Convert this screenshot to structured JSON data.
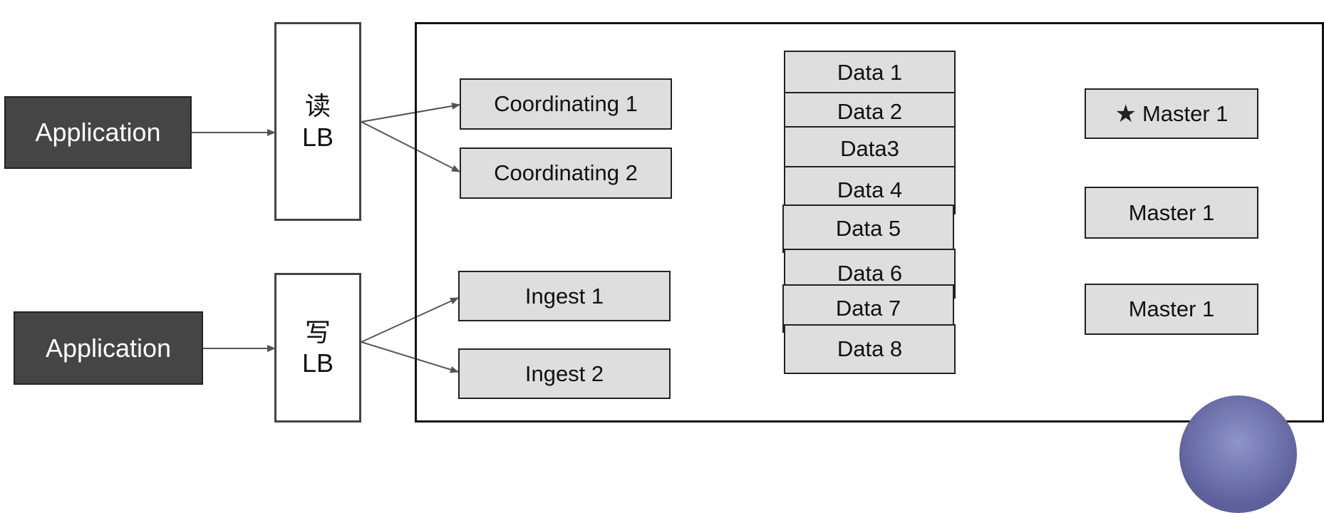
{
  "applications": [
    "Application",
    "Application"
  ],
  "load_balancers": [
    {
      "name": "读",
      "label": "LB"
    },
    {
      "name": "写",
      "label": "LB"
    }
  ],
  "coordinating_nodes": [
    "Coordinating 1",
    "Coordinating 2"
  ],
  "ingest_nodes": [
    "Ingest 1",
    "Ingest 2"
  ],
  "data_nodes": [
    "Data 1",
    "Data 2",
    "Data3",
    "Data 4",
    "Data 5",
    "Data 6",
    "Data 7",
    "Data 8"
  ],
  "master_nodes": [
    {
      "label": "Master 1",
      "icon": "star-icon"
    },
    {
      "label": "Master 1"
    },
    {
      "label": "Master 1"
    }
  ],
  "colors": {
    "application_fill": "#454545",
    "node_fill": "#dedede",
    "edge": "#555555"
  }
}
